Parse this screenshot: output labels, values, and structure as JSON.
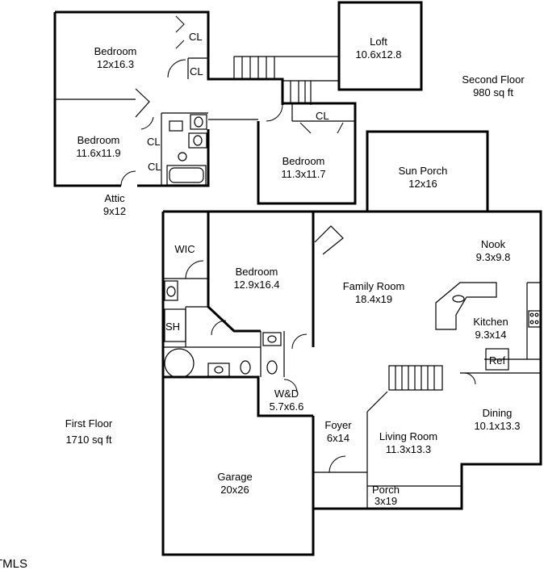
{
  "second_floor": {
    "title": "Second Floor",
    "area": "980 sq ft",
    "bedroom_a": {
      "name": "Bedroom",
      "size": "12x16.3"
    },
    "bedroom_b": {
      "name": "Bedroom",
      "size": "11.6x11.9"
    },
    "bedroom_c": {
      "name": "Bedroom",
      "size": "11.3x11.7"
    },
    "loft": {
      "name": "Loft",
      "size": "10.6x12.8"
    },
    "sun_porch": {
      "name": "Sun Porch",
      "size": "12x16"
    },
    "attic": {
      "name": "Attic",
      "size": "9x12"
    },
    "closet_label": "CL"
  },
  "first_floor": {
    "title": "First Floor",
    "area": "1710 sq ft",
    "wic": "WIC",
    "bedroom": {
      "name": "Bedroom",
      "size": "12.9x16.4"
    },
    "family_room": {
      "name": "Family Room",
      "size": "18.4x19"
    },
    "nook": {
      "name": "Nook",
      "size": "9.3x9.8"
    },
    "kitchen": {
      "name": "Kitchen",
      "size": "9.3x14"
    },
    "ref": "Ref",
    "shower": "SH",
    "laundry": {
      "name": "W&D",
      "size": "5.7x6.6"
    },
    "foyer": {
      "name": "Foyer",
      "size": "6x14"
    },
    "living_room": {
      "name": "Living Room",
      "size": "11.3x13.3"
    },
    "dining": {
      "name": "Dining",
      "size": "10.1x13.3"
    },
    "garage": {
      "name": "Garage",
      "size": "20x26"
    },
    "porch": {
      "name": "Porch",
      "size": "3x19"
    }
  },
  "watermark": "TMLS"
}
